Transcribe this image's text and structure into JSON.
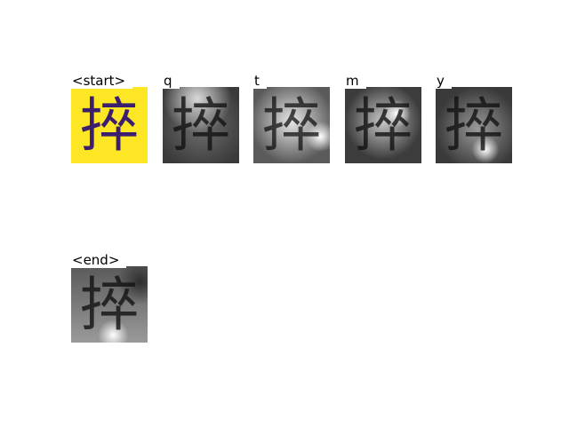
{
  "figure": {
    "token_glyph": "捽",
    "tokens": [
      {
        "label": "<start>",
        "style": "original"
      },
      {
        "label": "q",
        "style": "attention"
      },
      {
        "label": "t",
        "style": "attention"
      },
      {
        "label": "m",
        "style": "attention"
      },
      {
        "label": "y",
        "style": "attention"
      },
      {
        "label": "<end>",
        "style": "attention"
      }
    ],
    "colors": {
      "start_background": "#FDE725",
      "start_glyph": "#3B1F6E",
      "attention_glyph": "#111111"
    }
  }
}
